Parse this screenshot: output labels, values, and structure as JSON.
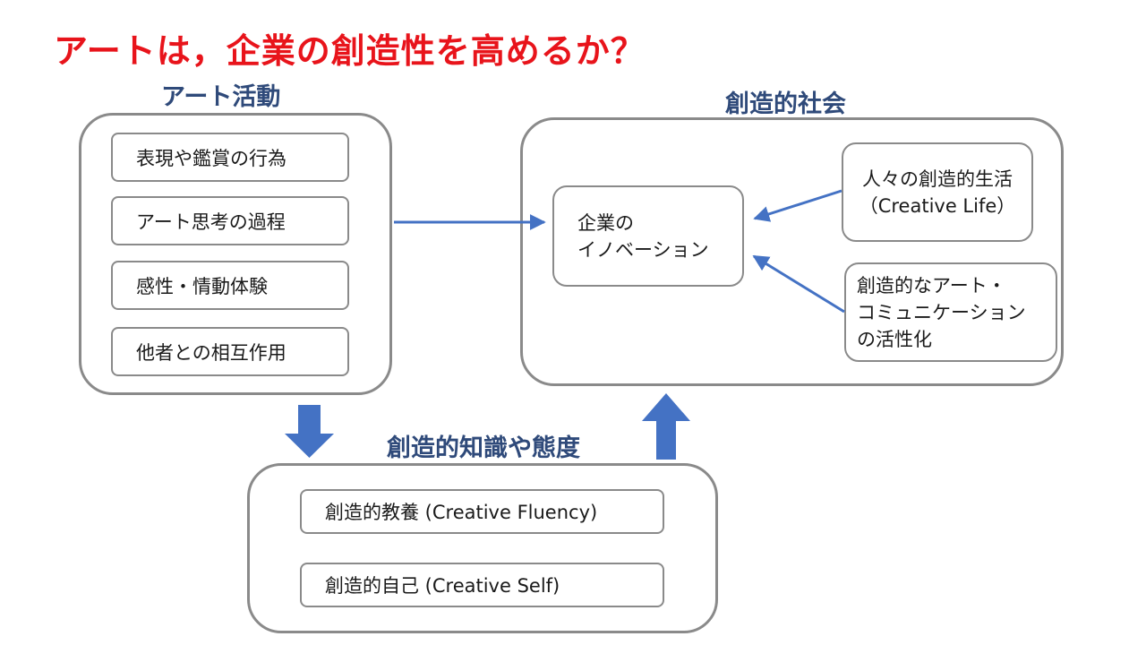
{
  "title": "アートは，企業の創造性を高めるか？",
  "art_activity": {
    "label": "アート活動",
    "items": [
      "表現や鑑賞の行為",
      "アート思考の過程",
      "感性・情動体験",
      "他者との相互作用"
    ]
  },
  "creative_society": {
    "label": "創造的社会",
    "innovation": [
      "企業の",
      "イノベーション"
    ],
    "creative_life": [
      "人々の創造的生活",
      "（Creative Life）"
    ],
    "art_communication": [
      "創造的なアート・",
      "コミュニケーション",
      "の活性化"
    ]
  },
  "creative_knowledge": {
    "label": "創造的知識や態度",
    "items": [
      "創造的教養 (Creative Fluency)",
      "創造的自己 (Creative Self)"
    ]
  },
  "colors": {
    "title": "#e8141b",
    "label": "#2f4a7a",
    "arrow": "#4472c4",
    "border": "#8a8a8a"
  }
}
